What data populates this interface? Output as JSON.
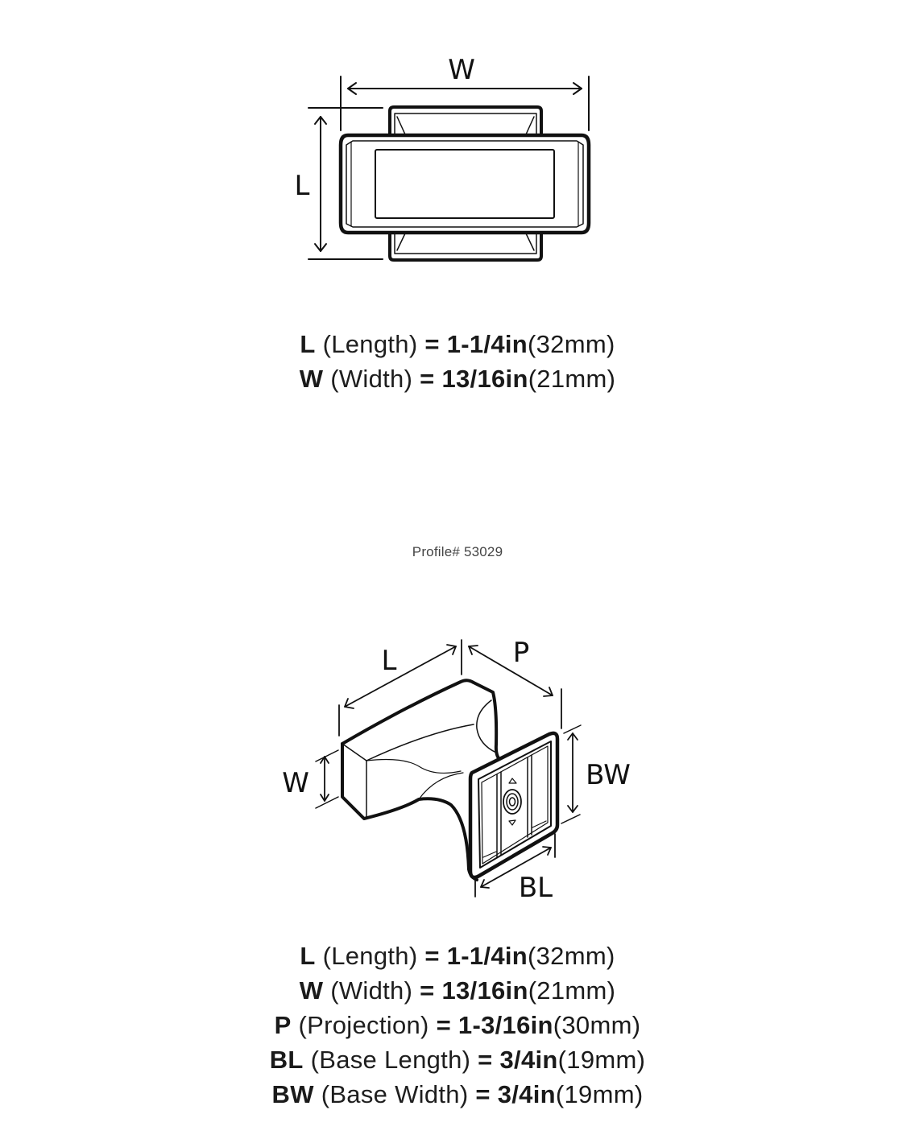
{
  "top_view": {
    "labels": {
      "width": "W",
      "length": "L"
    },
    "specs": [
      {
        "key": "L",
        "desc": "(Length)",
        "imperial": "1-1/4in",
        "metric": "(32mm)"
      },
      {
        "key": "W",
        "desc": "(Width)",
        "imperial": "13/16in",
        "metric": "(21mm)"
      }
    ]
  },
  "profile": {
    "label": "Profile# 53029"
  },
  "iso_view": {
    "labels": {
      "length": "L",
      "projection": "P",
      "width": "W",
      "base_width": "BW",
      "base_length": "BL"
    },
    "specs": [
      {
        "key": "L",
        "desc": "(Length)",
        "imperial": "1-1/4in",
        "metric": "(32mm)"
      },
      {
        "key": "W",
        "desc": "(Width)",
        "imperial": "13/16in",
        "metric": "(21mm)"
      },
      {
        "key": "P",
        "desc": "(Projection)",
        "imperial": "1-3/16in",
        "metric": "(30mm)"
      },
      {
        "key": "BL",
        "desc": "(Base Length)",
        "imperial": "3/4in",
        "metric": "(19mm)"
      },
      {
        "key": "BW",
        "desc": "(Base Width)",
        "imperial": "3/4in",
        "metric": "(19mm)"
      }
    ]
  },
  "colors": {
    "line": "#111111",
    "text": "#1a1a1a",
    "background": "#ffffff"
  }
}
